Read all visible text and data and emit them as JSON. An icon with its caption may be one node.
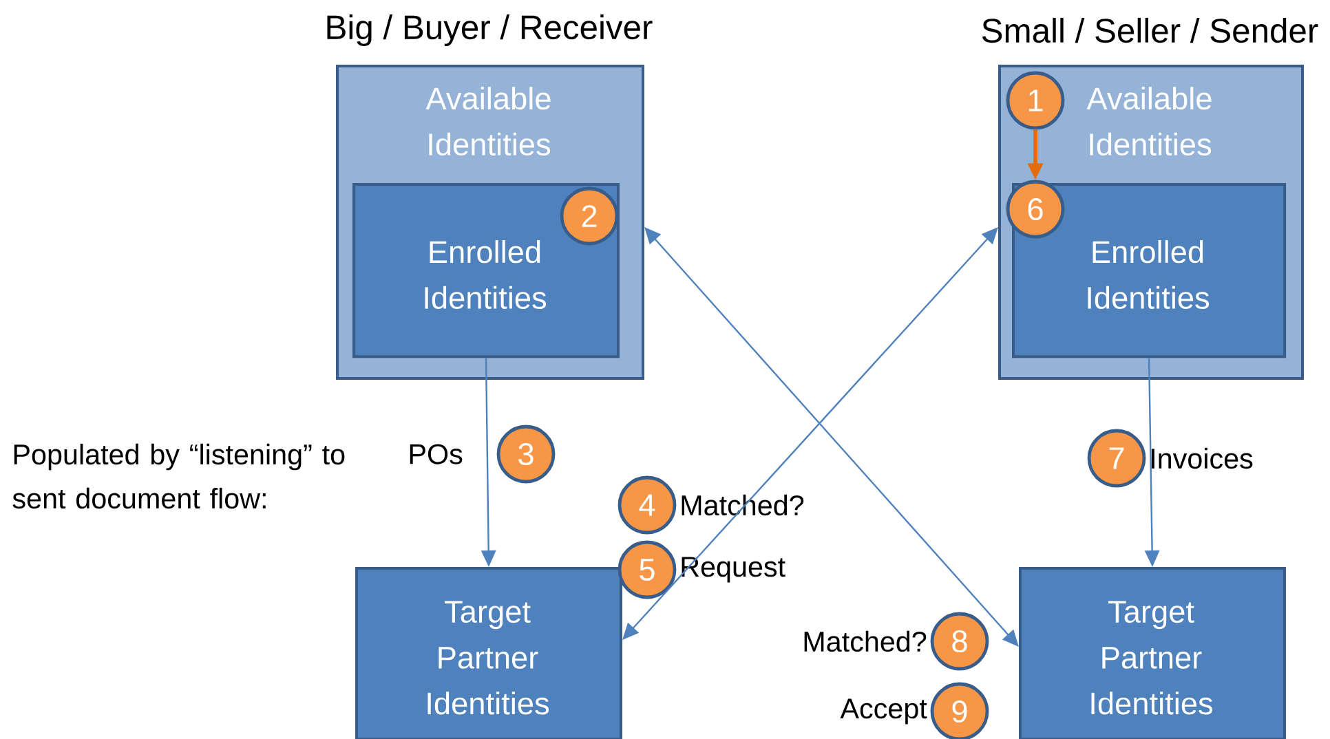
{
  "diagram": {
    "nodes": [
      {
        "text": [
          "Big / Buyer / Receiver",
          "Available Identities"
        ]
      },
      {
        "text": [
          "Enrolled Identities"
        ],
        "in": 0
      },
      {
        "text": [
          "2"
        ],
        "in": 1
      },
      {
        "text": [
          "Small / Seller / Sender",
          "Available Identities"
        ]
      },
      {
        "text": [
          "1"
        ],
        "in": 3
      },
      {
        "text": [
          "Enrolled Identities"
        ],
        "in": 3
      },
      {
        "text": [
          "6"
        ],
        "in": 3
      },
      {
        "text": [
          "Target Partner Identities"
        ]
      },
      {
        "text": [
          "3"
        ],
        "beside": [
          "POs"
        ]
      },
      {
        "text": [
          "4"
        ],
        "beside": [
          "Matched?"
        ]
      },
      {
        "text": [
          "5"
        ],
        "beside": [
          "Request"
        ]
      },
      {
        "text": [
          "7"
        ],
        "beside": [
          "Invoices"
        ]
      },
      {
        "text": [
          "8"
        ],
        "beside": [
          "Matched?"
        ]
      },
      {
        "text": [
          "9"
        ],
        "beside": [
          "Accept"
        ]
      },
      {
        "text": [
          "Target Partner Identities"
        ]
      }
    ],
    "edges": [
      {
        "from": 1,
        "to": 7,
        "arrow": "to"
      },
      {
        "from": 5,
        "to": 14,
        "arrow": "to"
      },
      {
        "from": 7,
        "to": 3,
        "arrow": "both"
      },
      {
        "from": 0,
        "to": 14,
        "arrow": "both"
      },
      {
        "from": 4,
        "to": 6,
        "arrow": "to",
        "style": "thick",
        "color": "#e46c0a"
      }
    ],
    "labels": [
      "Populated by “listening” to sent document flow:"
    ]
  }
}
